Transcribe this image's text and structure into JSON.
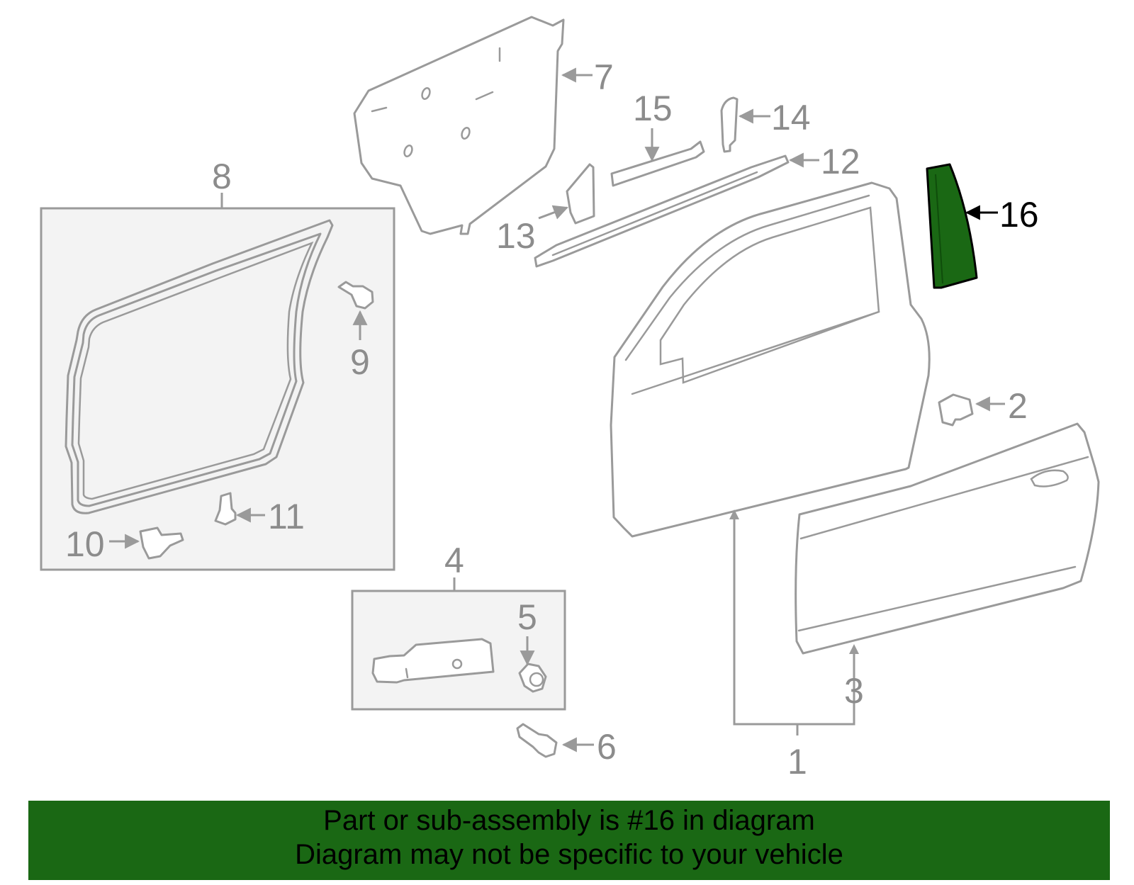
{
  "diagram": {
    "highlight_color": "#1a6814",
    "callouts": {
      "c1": "1",
      "c2": "2",
      "c3": "3",
      "c4": "4",
      "c5": "5",
      "c6": "6",
      "c7": "7",
      "c8": "8",
      "c9": "9",
      "c10": "10",
      "c11": "11",
      "c12": "12",
      "c13": "13",
      "c14": "14",
      "c15": "15",
      "c16": "16"
    }
  },
  "banner": {
    "line1": "Part or sub-assembly is #16 in diagram",
    "line2": "Diagram may not be specific to your vehicle"
  }
}
